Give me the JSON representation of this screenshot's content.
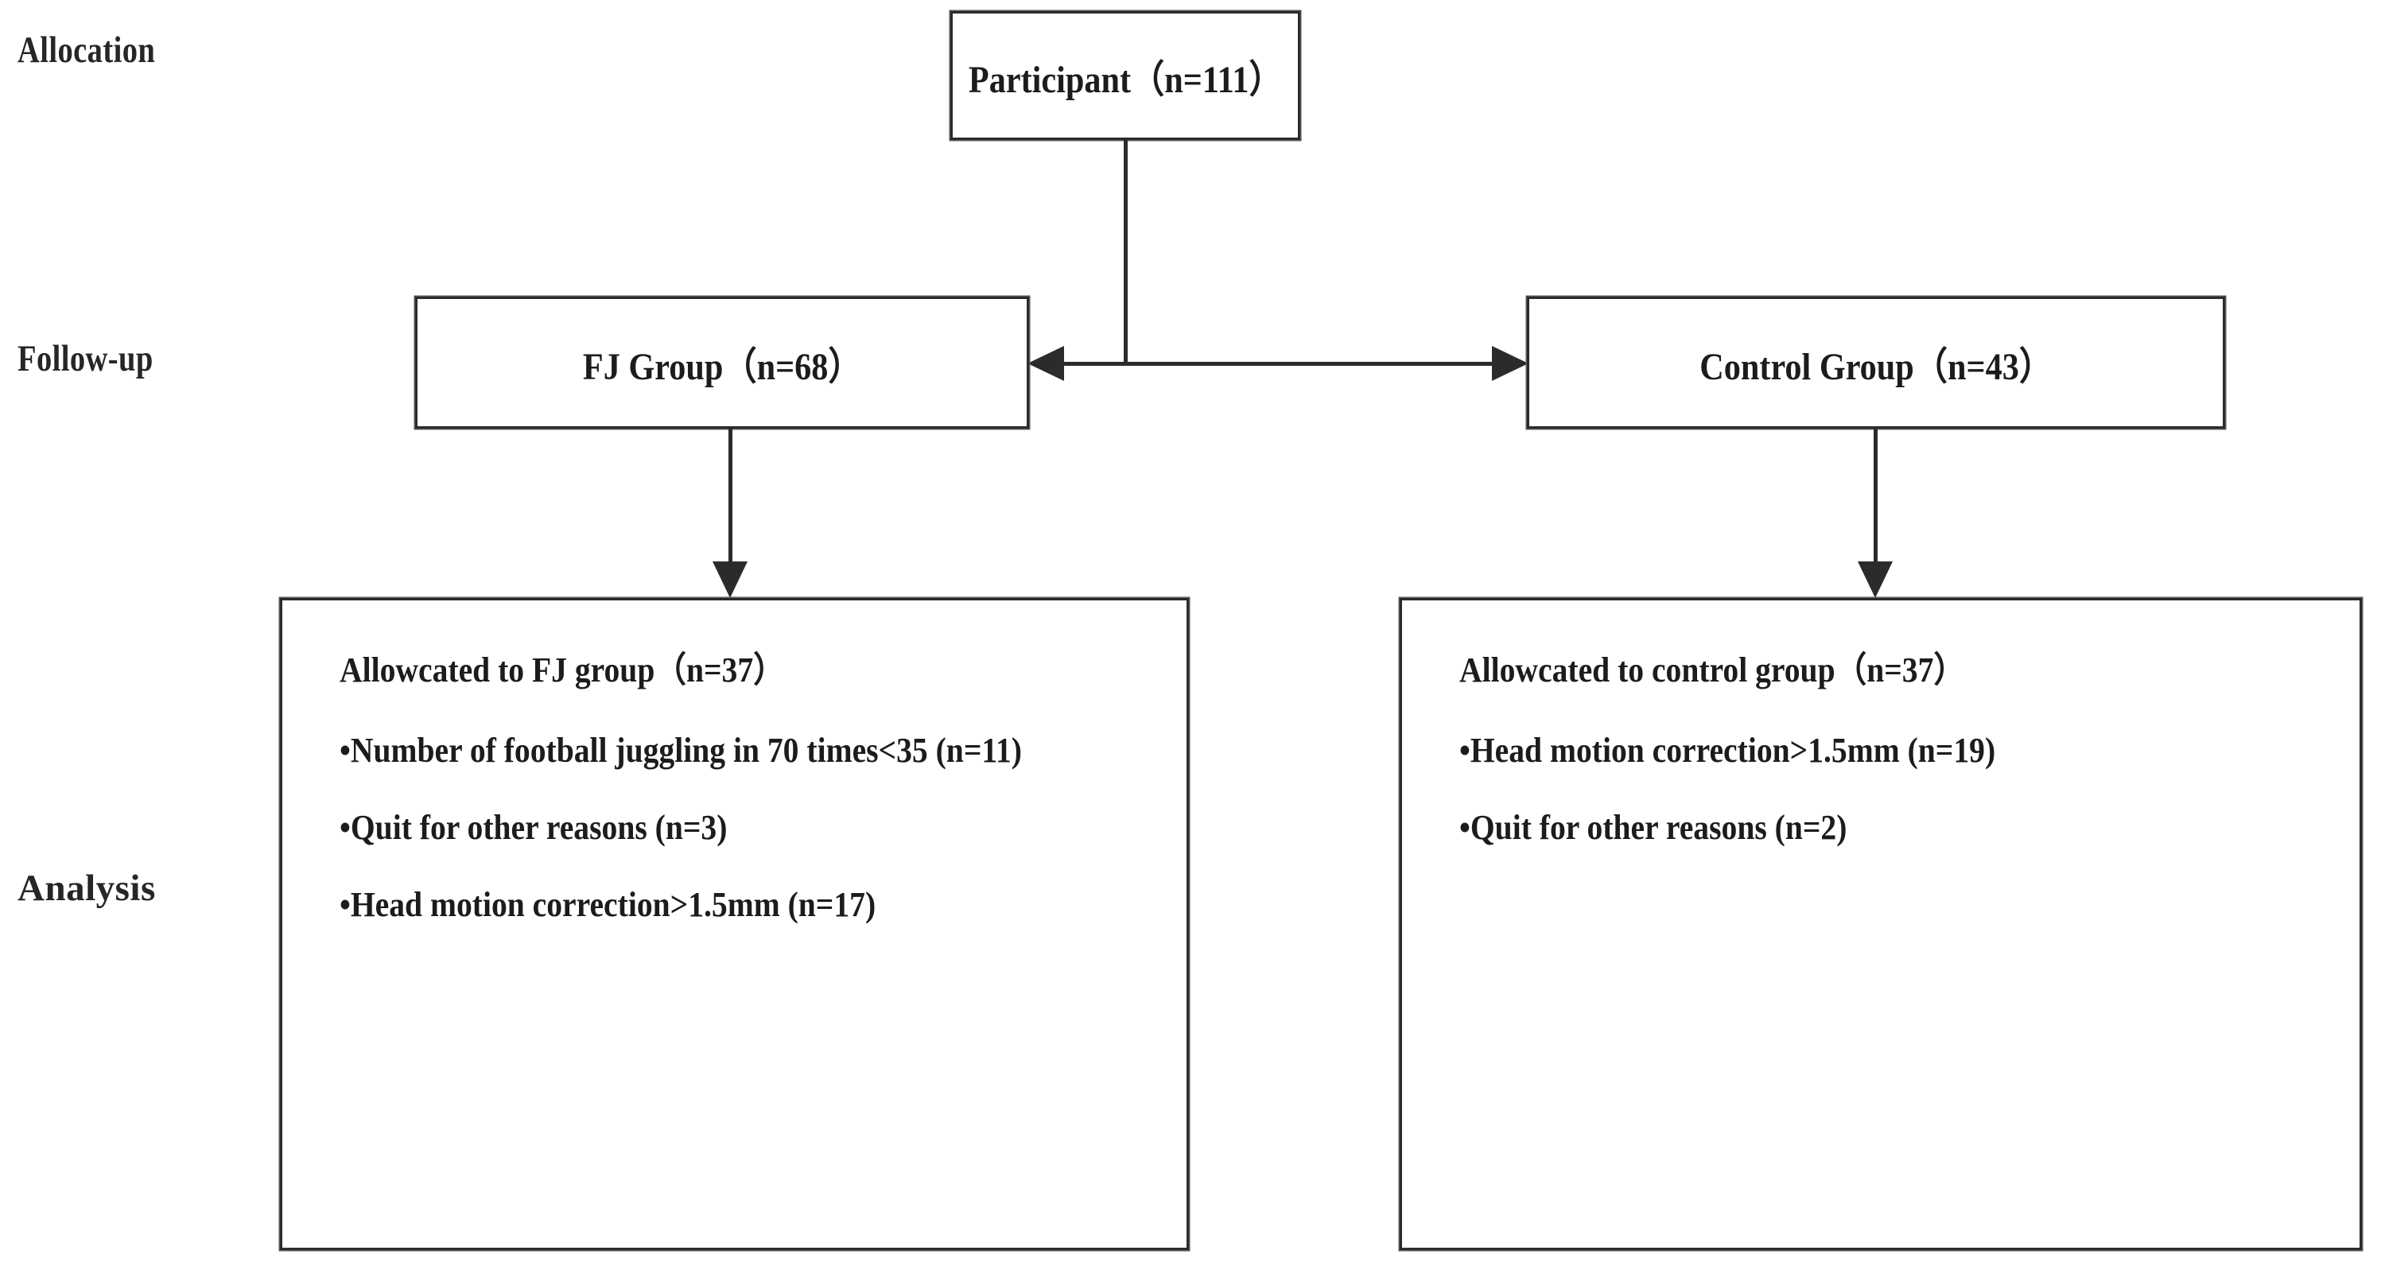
{
  "figure": {
    "type": "flowchart",
    "orientation": "top-down",
    "stage_labels": [
      {
        "id": "allocation",
        "text": "Allocation"
      },
      {
        "id": "follow-up",
        "text": "Follow-up"
      },
      {
        "id": "analysis",
        "text": "Analysis"
      }
    ],
    "nodes": {
      "participant": {
        "text": "Participant（n=111）",
        "n": 111
      },
      "fj_group": {
        "text": "FJ Group（n=68）",
        "n": 68
      },
      "control_group": {
        "text": "Control Group（n=43）",
        "n": 43
      }
    },
    "analysis": {
      "fj": {
        "heading": "Allowcated to FJ group（n=37）",
        "n": 37,
        "items": [
          {
            "text": "•Number of football juggling in 70 times<35 (n=11)",
            "n": 11
          },
          {
            "text": "•Quit for other reasons (n=3)",
            "n": 3
          },
          {
            "text": "•Head motion correction>1.5mm (n=17)",
            "n": 17
          }
        ]
      },
      "control": {
        "heading": "Allowcated to control group（n=37）",
        "n": 37,
        "items": [
          {
            "text": "•Head motion correction>1.5mm (n=19)",
            "n": 19
          },
          {
            "text": "•Quit for other reasons (n=2)",
            "n": 2
          }
        ]
      }
    },
    "connectors": [
      {
        "id": "participant-split",
        "from": "participant",
        "to": [
          "fj_group",
          "control_group"
        ],
        "style": "double-headed-horizontal"
      },
      {
        "id": "fj-to-analysis",
        "from": "fj_group",
        "to": "fj_analysis",
        "style": "arrow-down"
      },
      {
        "id": "control-to-analysis",
        "from": "control_group",
        "to": "control_analysis",
        "style": "arrow-down"
      }
    ],
    "colors": {
      "stroke": "#2b2b2b",
      "text": "#1c1c1c",
      "background": "#ffffff"
    }
  }
}
